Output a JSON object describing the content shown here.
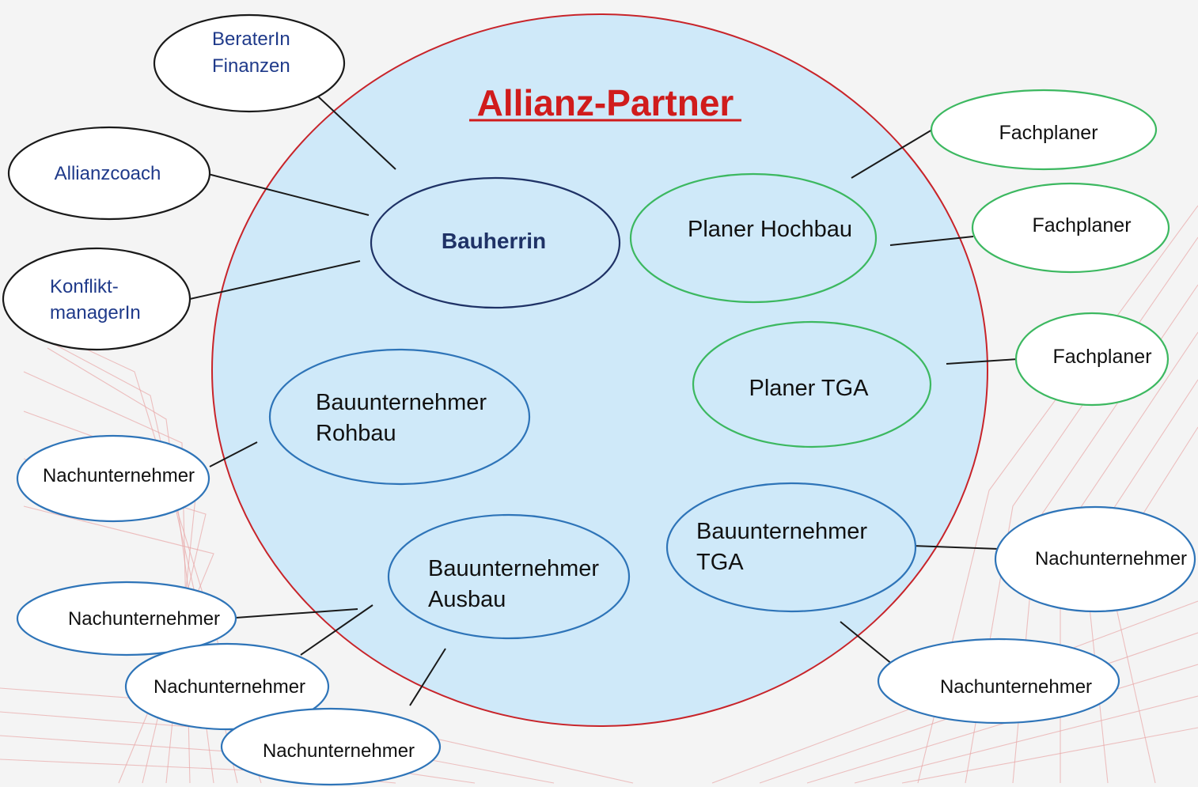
{
  "title": "Allianz-Partner",
  "colors": {
    "title": "#d01c1c",
    "circle_fill": "#cfe9f9",
    "circle_stroke": "#c8242a",
    "navy_text": "#1f3a8a",
    "dark_text": "#111111"
  },
  "nodes": {
    "berater": [
      "BeraterIn",
      "Finanzen"
    ],
    "allianzcoach": [
      "Allianzcoach"
    ],
    "konflikt": [
      "Konflikt-",
      "managerIn"
    ],
    "bauherrin": [
      "Bauherrin"
    ],
    "planer_hochbau": [
      "Planer Hochbau"
    ],
    "fachplaner_1": [
      "Fachplaner"
    ],
    "fachplaner_2": [
      "Fachplaner"
    ],
    "fachplaner_3": [
      "Fachplaner"
    ],
    "planer_tga": [
      "Planer TGA"
    ],
    "bu_rohbau": [
      "Bauunternehmer",
      "Rohbau"
    ],
    "bu_ausbau": [
      "Bauunternehmer",
      "Ausbau"
    ],
    "bu_tga": [
      "Bauunternehmer",
      "TGA"
    ],
    "nu_rohbau": [
      "Nachunternehmer"
    ],
    "nu_ausbau_1": [
      "Nachunternehmer"
    ],
    "nu_ausbau_2": [
      "Nachunternehmer"
    ],
    "nu_ausbau_3": [
      "Nachunternehmer"
    ],
    "nu_tga_1": [
      "Nachunternehmer"
    ],
    "nu_tga_2": [
      "Nachunternehmer"
    ]
  }
}
